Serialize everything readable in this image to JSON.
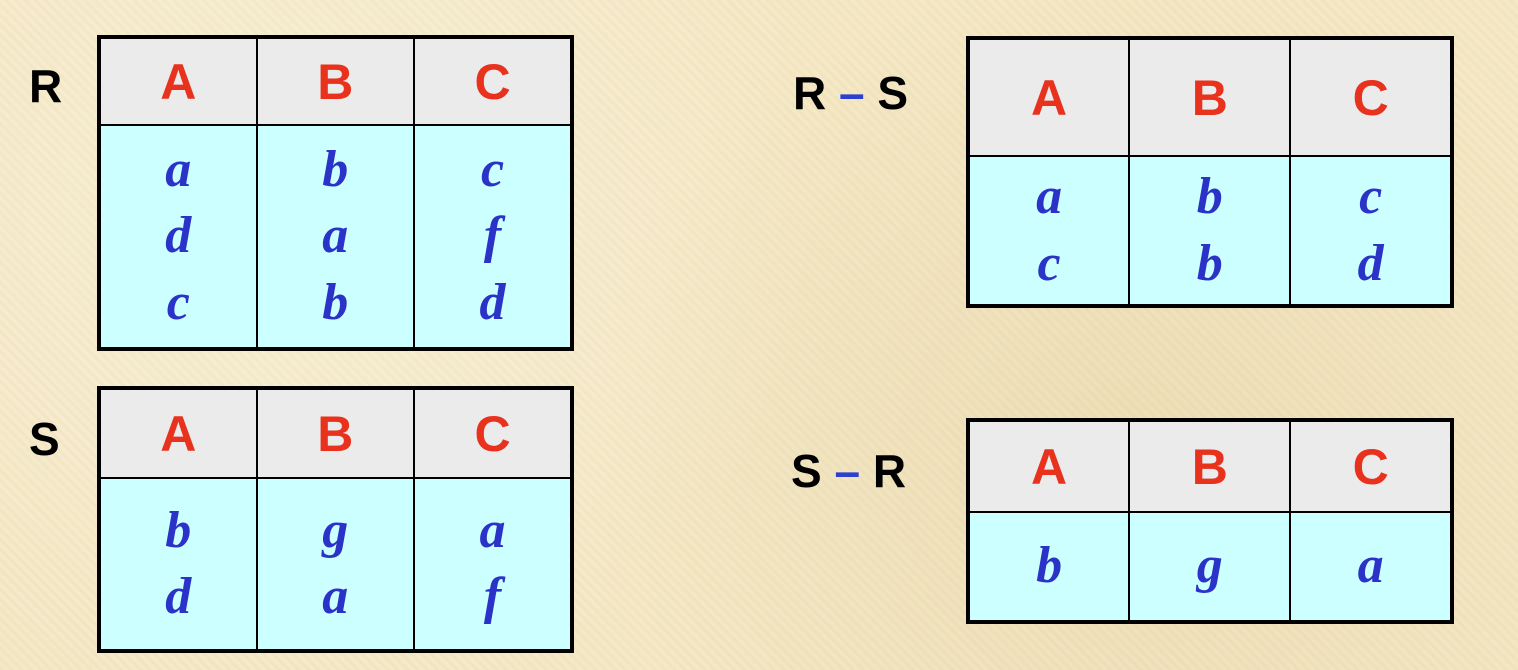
{
  "relations": [
    {
      "id": "r",
      "label_parts": [
        "R"
      ],
      "columns": [
        "A",
        "B",
        "C"
      ],
      "rows": [
        [
          "a",
          "b",
          "c"
        ],
        [
          "d",
          "a",
          "f"
        ],
        [
          "c",
          "b",
          "d"
        ]
      ]
    },
    {
      "id": "s",
      "label_parts": [
        "S"
      ],
      "columns": [
        "A",
        "B",
        "C"
      ],
      "rows": [
        [
          "b",
          "g",
          "a"
        ],
        [
          "d",
          "a",
          "f"
        ]
      ]
    },
    {
      "id": "r-minus-s",
      "label_parts": [
        "R",
        "–",
        "S"
      ],
      "columns": [
        "A",
        "B",
        "C"
      ],
      "rows": [
        [
          "a",
          "b",
          "c"
        ],
        [
          "c",
          "b",
          "d"
        ]
      ]
    },
    {
      "id": "s-minus-r",
      "label_parts": [
        "S",
        "–",
        "R"
      ],
      "columns": [
        "A",
        "B",
        "C"
      ],
      "rows": [
        [
          "b",
          "g",
          "a"
        ]
      ]
    }
  ],
  "colors": {
    "background": "#f4e8c4",
    "header_bg": "#ebebeb",
    "header_text": "#e8321e",
    "body_bg": "#ccffff",
    "value_text": "#2a32c8",
    "operator": "#2b3fd0"
  }
}
